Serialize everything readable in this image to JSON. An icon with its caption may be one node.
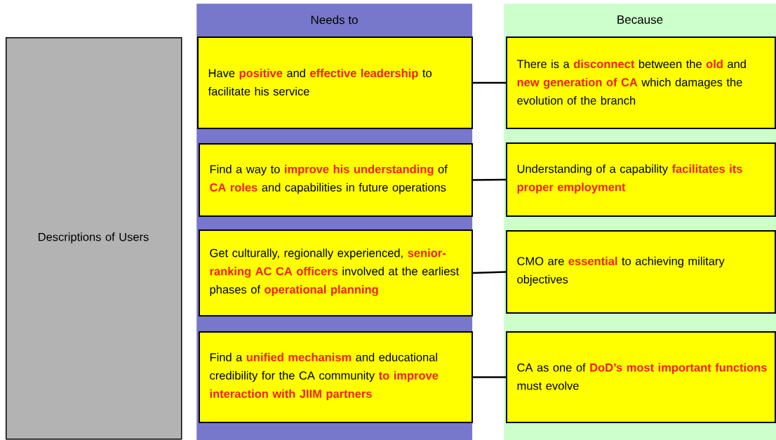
{
  "diagram": {
    "nodes": [
      {
        "text": [
          "Descriptions of Users"
        ]
      },
      {
        "text": [
          "Needs to"
        ]
      },
      {
        "text": [
          "Have **positive** and **effective leadership** to facilitate his service"
        ],
        "in": 1
      },
      {
        "text": [
          "Find a way to **improve his understanding** of **CA roles** and capabilities in future operations"
        ],
        "in": 1
      },
      {
        "text": [
          "Get culturally, regionally experienced, **senior-ranking AC CA officers** involved at the earliest phases of **operational planning**"
        ],
        "in": 1
      },
      {
        "text": [
          "Find a **unified mechanism** and educational credibility for the CA community **to improve interaction with JIIM partners**"
        ],
        "in": 1
      },
      {
        "text": [
          "Because"
        ]
      },
      {
        "text": [
          "There is a **disconnect** between the **old** and **new generation of CA** which damages the evolution of the branch"
        ],
        "in": 6
      },
      {
        "text": [
          "Understanding of a capability **facilitates its proper employment**"
        ],
        "in": 6
      },
      {
        "text": [
          "CMO are **essential** to achieving military objectives"
        ],
        "in": 6
      },
      {
        "text": [
          "CA as one of **DoD’s most important functions** must evolve"
        ],
        "in": 6
      }
    ],
    "edges": [
      {
        "from": 2,
        "to": 7,
        "arrow": "none"
      },
      {
        "from": 3,
        "to": 8,
        "arrow": "none"
      },
      {
        "from": 4,
        "to": 9,
        "arrow": "none"
      },
      {
        "from": 5,
        "to": 10,
        "arrow": "none"
      }
    ]
  }
}
